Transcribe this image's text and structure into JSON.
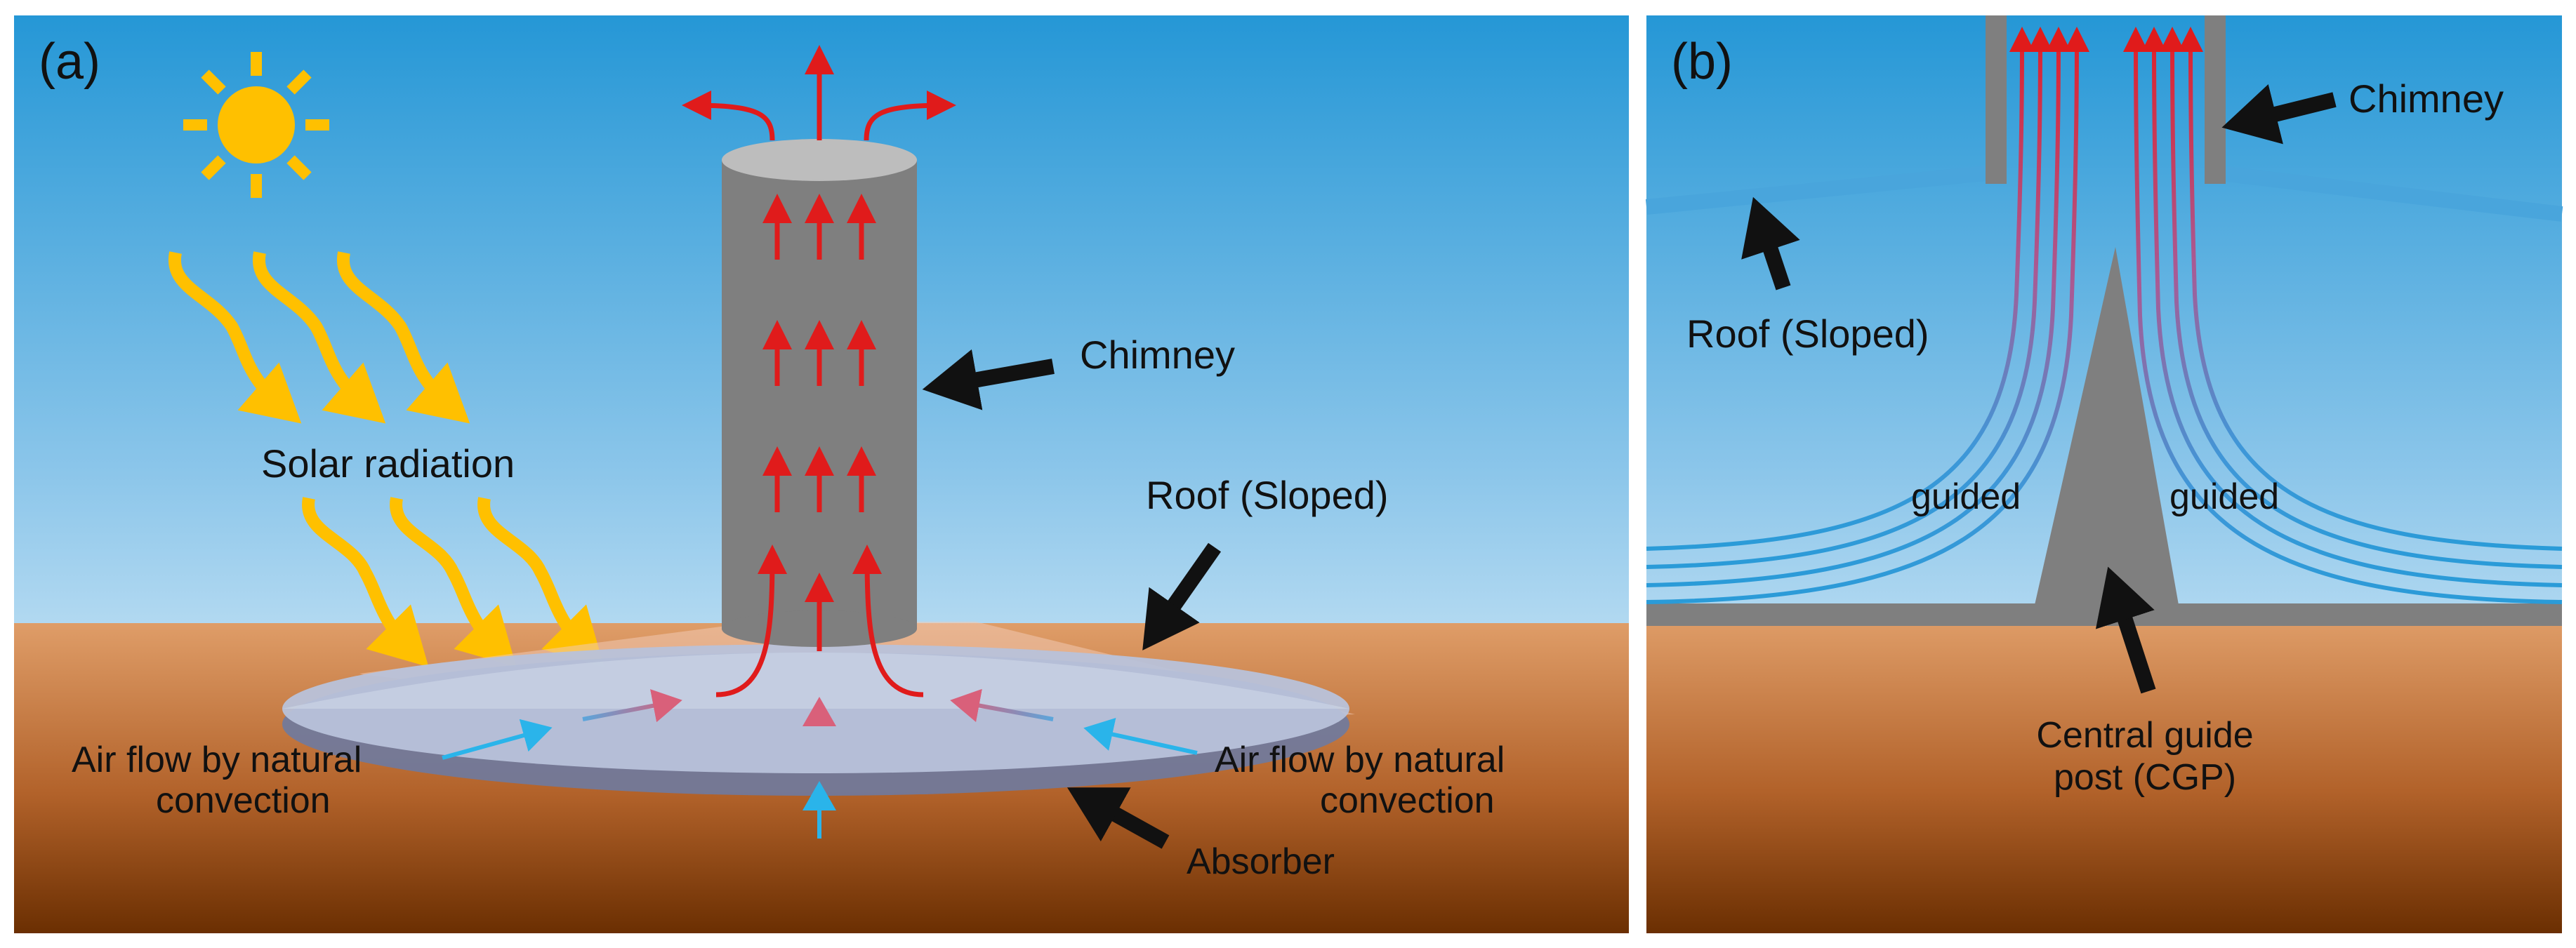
{
  "panel_a": {
    "tag": "(a)",
    "solar_label": "Solar radiation",
    "chimney_label": "Chimney",
    "roof_label": "Roof (Sloped)",
    "airflow_left_line1": "Air flow by natural",
    "airflow_left_line2": "convection",
    "airflow_right_line1": "Air flow by natural",
    "airflow_right_line2": "convection",
    "absorber_label": "Absorber"
  },
  "panel_b": {
    "tag": "(b)",
    "chimney_label": "Chimney",
    "roof_label": "Roof (Sloped)",
    "guided_left": "guided",
    "guided_right": "guided",
    "cgp_line1": "Central guide",
    "cgp_line2": "post (CGP)"
  },
  "colors": {
    "sky_top": "#2a9ad8",
    "sky_bottom": "#ffffff",
    "ground_top": "#dc9a66",
    "ground_bottom": "#6e3102",
    "chimney": "#7f7f7f",
    "hot_air": "#e01b1b",
    "cool_air": "#2ab4ea",
    "sun": "#ffc000",
    "roof_line": "#49a5dc"
  }
}
